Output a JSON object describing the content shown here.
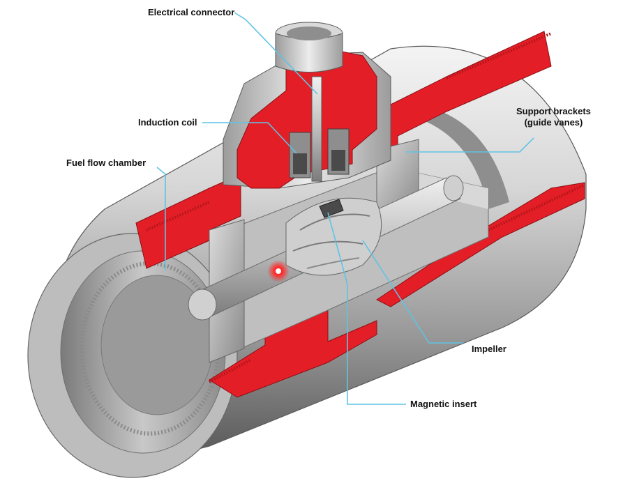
{
  "labels": {
    "electrical_connector": "Electrical connector",
    "induction_coil": "Induction coil",
    "fuel_flow_chamber": "Fuel flow chamber",
    "support_brackets_line1": "Support brackets",
    "support_brackets_line2": "(guide vanes)",
    "impeller": "Impeller",
    "magnetic_insert": "Magnetic insert"
  },
  "colors": {
    "cutaway_red": "#e41e26",
    "metal_light": "#e6e6e6",
    "metal_mid": "#b4b4b4",
    "metal_dark": "#6e6e6e",
    "leader_line": "#5fc3e4",
    "sensor_dot": "#ff2a2a"
  }
}
